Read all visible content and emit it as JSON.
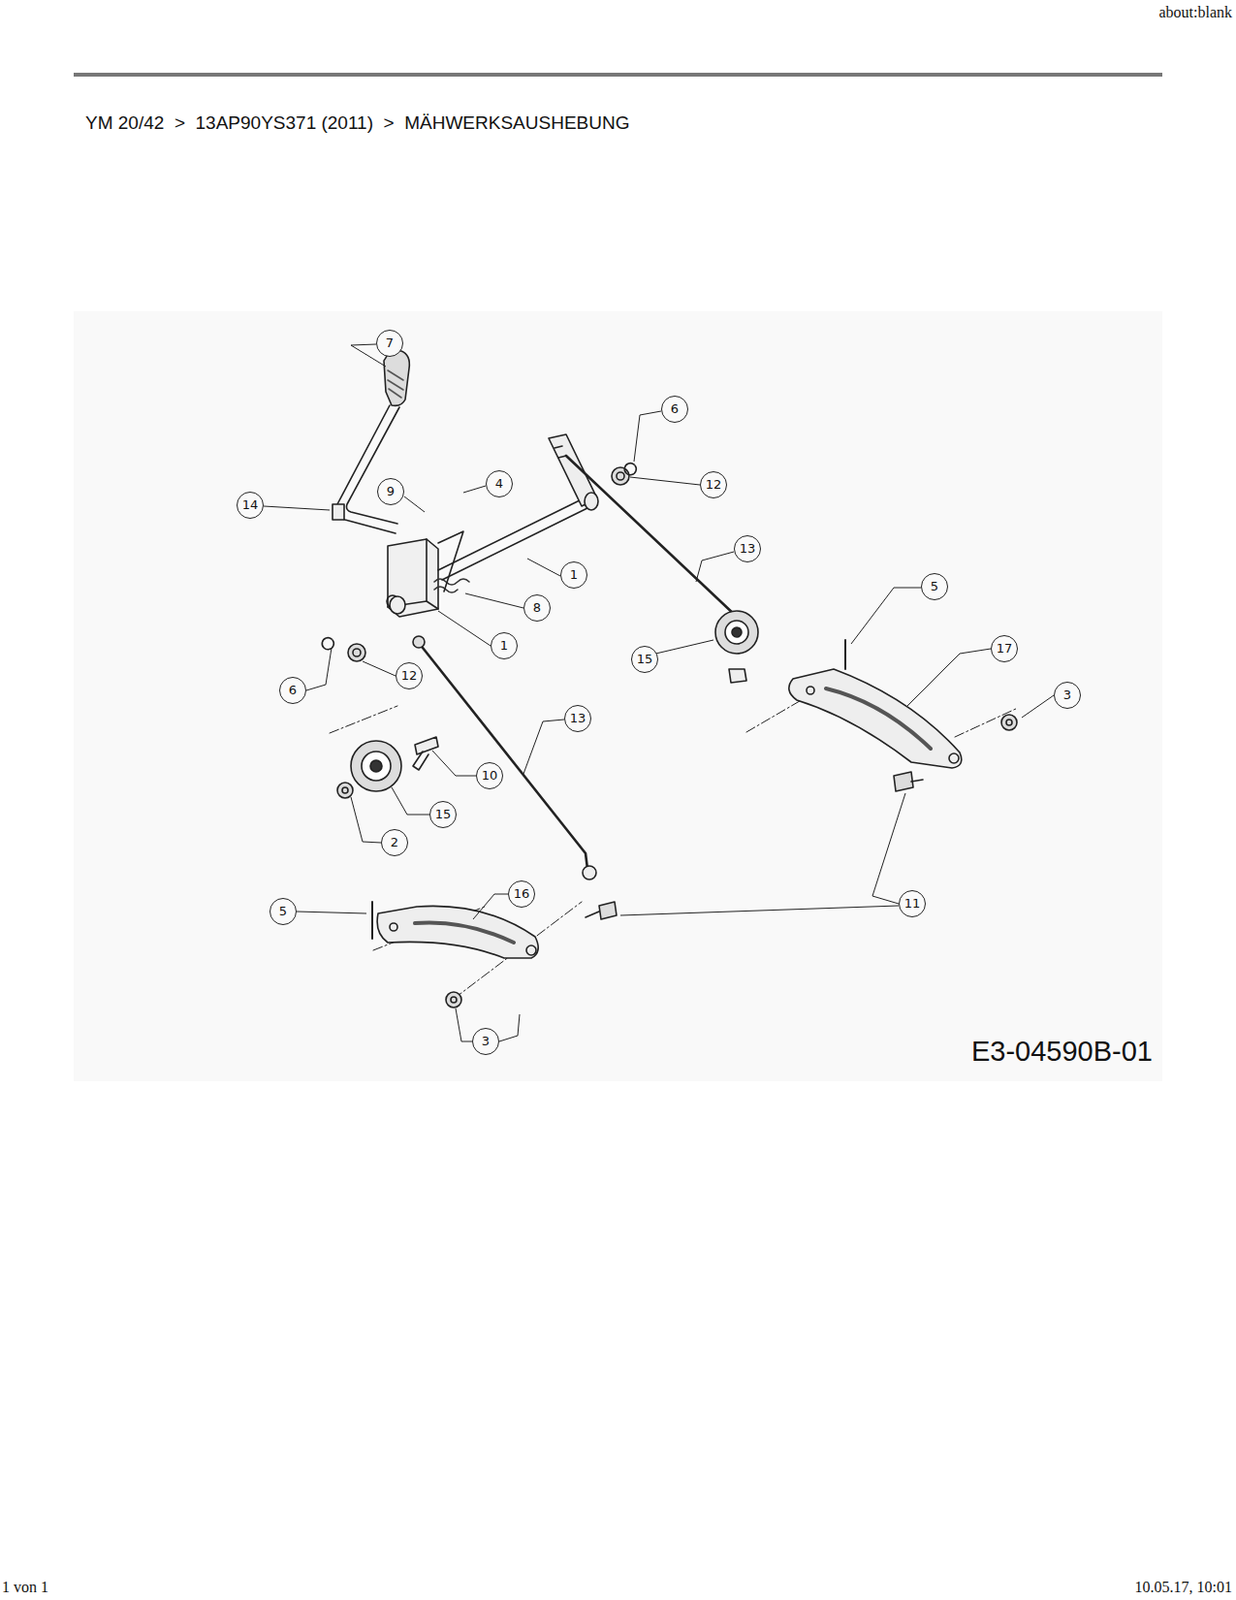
{
  "diagram": {
    "title": "YM 20/42  >  13AP90YS371 (2011)  >  MÄHWERKSAUSHEBUNG",
    "labels": [
      "about:blank",
      "7",
      "6",
      "12",
      "14",
      "9",
      "4",
      "13",
      "1",
      "8",
      "1",
      "6",
      "12",
      "15",
      "5",
      "17",
      "3",
      "13",
      "10",
      "15",
      "2",
      "11",
      "5",
      "16",
      "3",
      "E3-04590B-01",
      "1 von 1",
      "10.05.17, 10:01"
    ]
  }
}
